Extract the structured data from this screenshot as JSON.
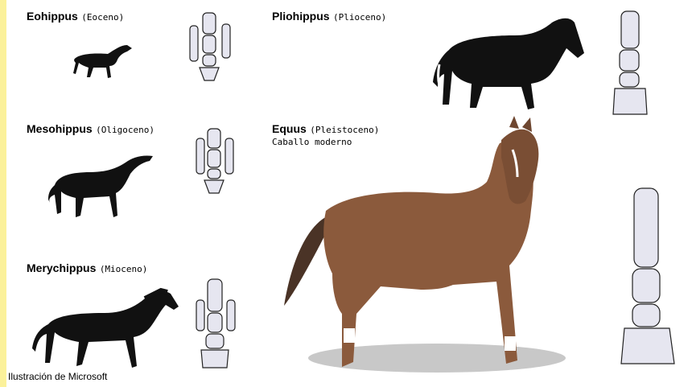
{
  "panels": [
    {
      "name": "Eohippus",
      "era": "(Eoceno)"
    },
    {
      "name": "Mesohippus",
      "era": "(Oligoceno)"
    },
    {
      "name": "Merychippus",
      "era": "(Mioceno)"
    },
    {
      "name": "Pliohippus",
      "era": "(Plioceno)"
    },
    {
      "name": "Equus",
      "era": "(Pleistoceno)",
      "subtitle": "Caballo moderno"
    }
  ],
  "credit": "Ilustración de Microsoft",
  "colors": {
    "background": "#fbf19a",
    "silhouette": "#111111",
    "modern_horse": "#8b5a3c",
    "bone": "#e6e6f0"
  }
}
